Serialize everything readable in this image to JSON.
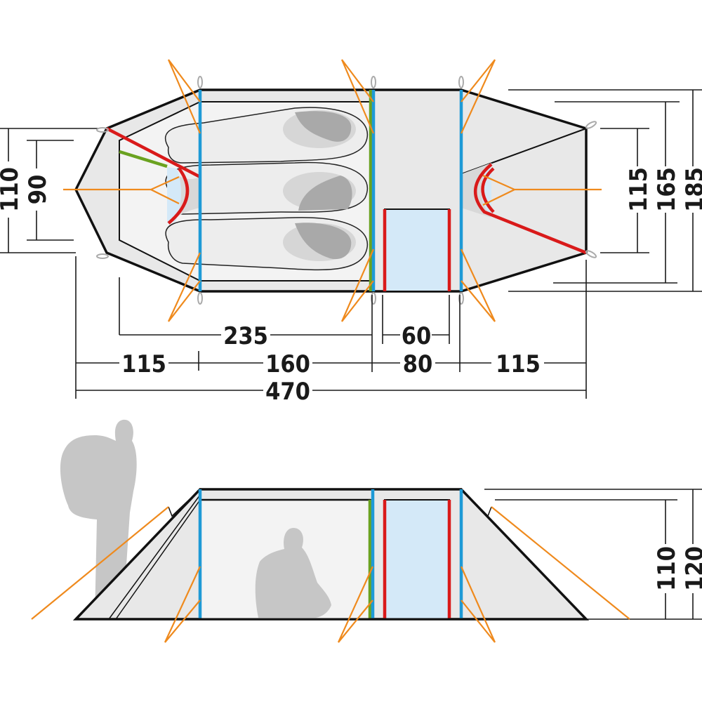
{
  "top_view": {
    "width_dims": {
      "outer_total": "185",
      "inner_total": "165",
      "vestibule_end": "115"
    },
    "left_dims": {
      "outer_end": "110",
      "inner_end": "90"
    },
    "length_dims": {
      "inner_tent": "235",
      "door": "60",
      "segments": [
        "115",
        "160",
        "80",
        "115"
      ],
      "total": "470"
    }
  },
  "side_view": {
    "height_dims": {
      "inner": "110",
      "outer": "120"
    }
  },
  "colors": {
    "pole_blue": "#1e9ad6",
    "pole_green": "#6aa220",
    "pole_red": "#d91a1a",
    "guy_line_orange": "#ef8a1d",
    "door_fill": "#d4e9f8"
  }
}
